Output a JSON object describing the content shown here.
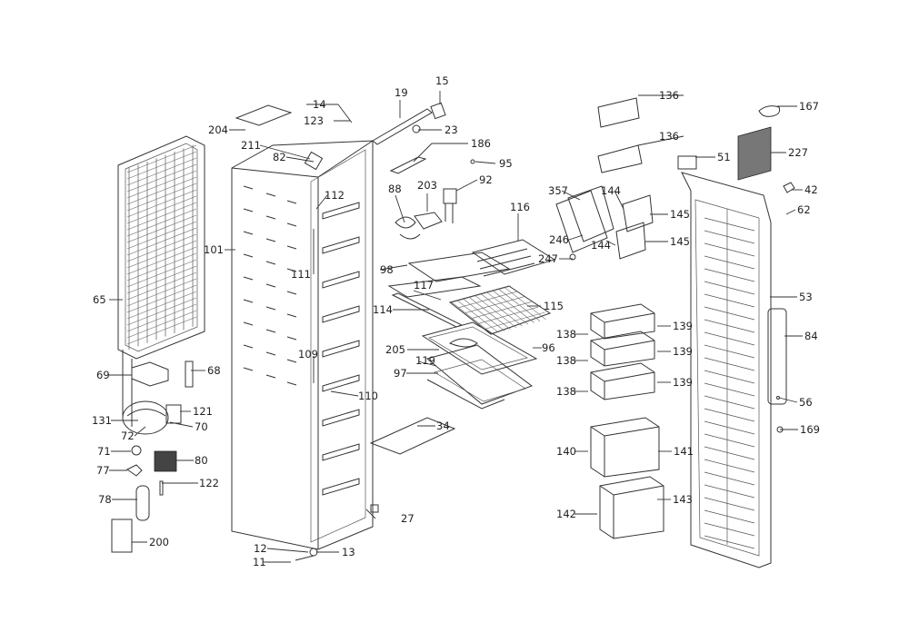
{
  "diagram": {
    "labels": [
      "14",
      "19",
      "15",
      "123",
      "23",
      "204",
      "211",
      "82",
      "186",
      "95",
      "88",
      "203",
      "92",
      "112",
      "101",
      "65",
      "111",
      "98",
      "116",
      "117",
      "114",
      "115",
      "109",
      "205",
      "119",
      "96",
      "97",
      "110",
      "34",
      "69",
      "68",
      "131",
      "121",
      "72",
      "70",
      "71",
      "80",
      "77",
      "122",
      "78",
      "27",
      "200",
      "12",
      "13",
      "11",
      "136",
      "167",
      "51",
      "227",
      "357",
      "144",
      "145",
      "246",
      "247",
      "42",
      "62",
      "53",
      "84",
      "138",
      "139",
      "140",
      "141",
      "142",
      "143",
      "56",
      "169"
    ]
  }
}
